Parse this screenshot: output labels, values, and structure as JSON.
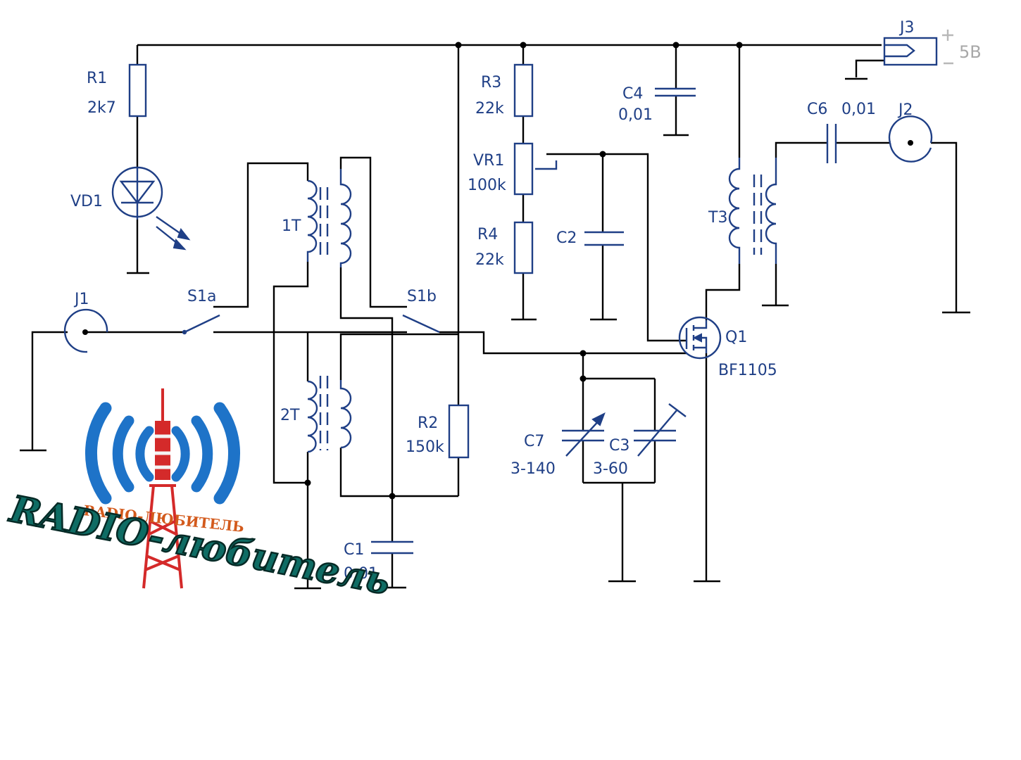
{
  "labels": {
    "r1": {
      "name": "R1",
      "value": "2k7"
    },
    "vd1": {
      "name": "VD1"
    },
    "r3": {
      "name": "R3",
      "value": "22k"
    },
    "vr1": {
      "name": "VR1",
      "value": "100k"
    },
    "r4": {
      "name": "R4",
      "value": "22k"
    },
    "c4": {
      "name": "C4",
      "value": "0,01"
    },
    "c6": {
      "name": "C6",
      "value": "0,01"
    },
    "j1": {
      "name": "J1"
    },
    "j2": {
      "name": "J2"
    },
    "j3": {
      "name": "J3",
      "plus": "+",
      "minus": "–",
      "voltage": "5B"
    },
    "t1": {
      "name": "1T"
    },
    "t2": {
      "name": "2T"
    },
    "t3": {
      "name": "T3"
    },
    "s1a": {
      "name": "S1a"
    },
    "s1b": {
      "name": "S1b"
    },
    "c2": {
      "name": "C2"
    },
    "q1": {
      "name": "Q1",
      "value": "BF1105"
    },
    "r2": {
      "name": "R2",
      "value": "150k"
    },
    "c7": {
      "name": "C7",
      "value": "3-140"
    },
    "c3": {
      "name": "C3",
      "value": "3-60"
    },
    "c1": {
      "name": "C1",
      "value": "0.01"
    }
  },
  "logo": {
    "title": "RADIO-любитель",
    "subtitle": "RADIO-ЛЮБИТЕЛЬ"
  },
  "colors": {
    "wire": "#000000",
    "component": "#1f3f86",
    "label": "#1f3f86",
    "power_hint": "#a8a8a8",
    "logo_waves": "#1e73c8",
    "logo_tower": "#d42a2a"
  }
}
